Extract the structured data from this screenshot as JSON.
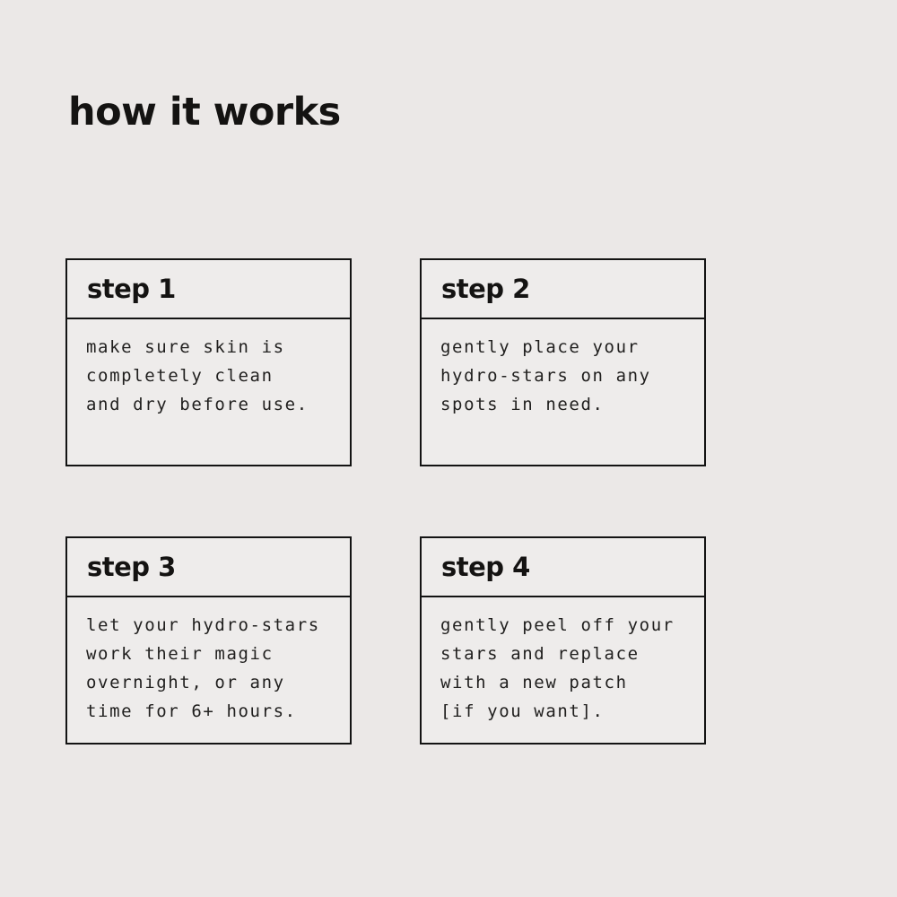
{
  "title": "how it works",
  "steps": [
    {
      "label": "step 1",
      "body": "make sure skin is\ncompletely clean\nand dry before use."
    },
    {
      "label": "step 2",
      "body": "gently place your\nhydro-stars on any\nspots in need."
    },
    {
      "label": "step 3",
      "body": "let your hydro-stars\nwork their magic\novernight, or any\ntime for 6+ hours."
    },
    {
      "label": "step 4",
      "body": "gently peel off your\nstars and replace\nwith a new patch\n[if you want]."
    }
  ],
  "colors": {
    "background": "#ebe8e7",
    "card_fill": "#eeeceb",
    "border": "#131313",
    "text": "#161514"
  }
}
